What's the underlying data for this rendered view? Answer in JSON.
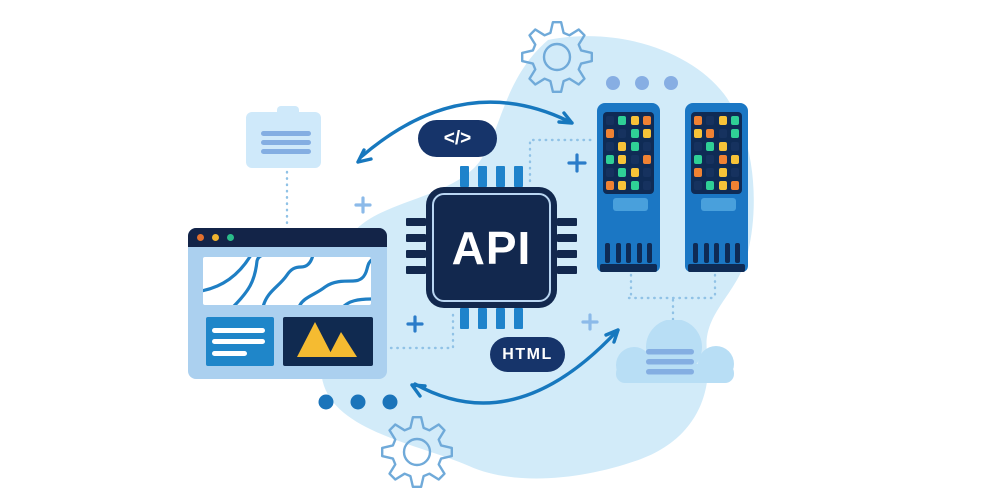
{
  "labels": {
    "api_chip": "API",
    "code_badge": "</>",
    "html_badge": "HTML"
  },
  "colors": {
    "blob": "#d2ebf9",
    "outline_light": "#70aad9",
    "arrow": "#1778be",
    "dashed": "#90c2e6",
    "navy_dark": "#12284e",
    "badge_navy": "#16346a",
    "panel_navy": "#0f2b55",
    "blue_primary": "#1f83cb",
    "rack_body": "#1b77c4",
    "rack_slot": "#49a0dc",
    "window_bg": "#abd0ef",
    "window_header": "#132448",
    "box_blue": "#1f86c9",
    "box_navy": "#102a50",
    "mountain_yellow": "#f5bb31",
    "folder": "#cfe9fa",
    "accent_lines": "#84aee2",
    "cloud": "#b8def5",
    "dot_light": "#87aee3",
    "dot_dark": "#1b74ba",
    "traffic_orange": "#e2702e",
    "traffic_yellow": "#eeb32f",
    "traffic_green": "#2abd8a",
    "plus_light": "#8cbae9",
    "plus_mid": "#2b7cc9"
  },
  "servers": {
    "vent_count": 5,
    "cell_colors": {
      "n": "#16325f",
      "g": "#2fd096",
      "y": "#f7c338",
      "o": "#f08233"
    },
    "racks": [
      {
        "pattern": [
          [
            "n",
            "g",
            "y",
            "o"
          ],
          [
            "o",
            "n",
            "g",
            "y"
          ],
          [
            "n",
            "y",
            "g",
            "n"
          ],
          [
            "g",
            "y",
            "n",
            "o"
          ],
          [
            "n",
            "g",
            "y",
            "n"
          ],
          [
            "o",
            "y",
            "g",
            "n"
          ]
        ]
      },
      {
        "pattern": [
          [
            "o",
            "n",
            "y",
            "g"
          ],
          [
            "y",
            "o",
            "n",
            "g"
          ],
          [
            "n",
            "g",
            "y",
            "n"
          ],
          [
            "g",
            "n",
            "o",
            "y"
          ],
          [
            "o",
            "n",
            "y",
            "n"
          ],
          [
            "n",
            "g",
            "y",
            "o"
          ]
        ]
      }
    ]
  }
}
